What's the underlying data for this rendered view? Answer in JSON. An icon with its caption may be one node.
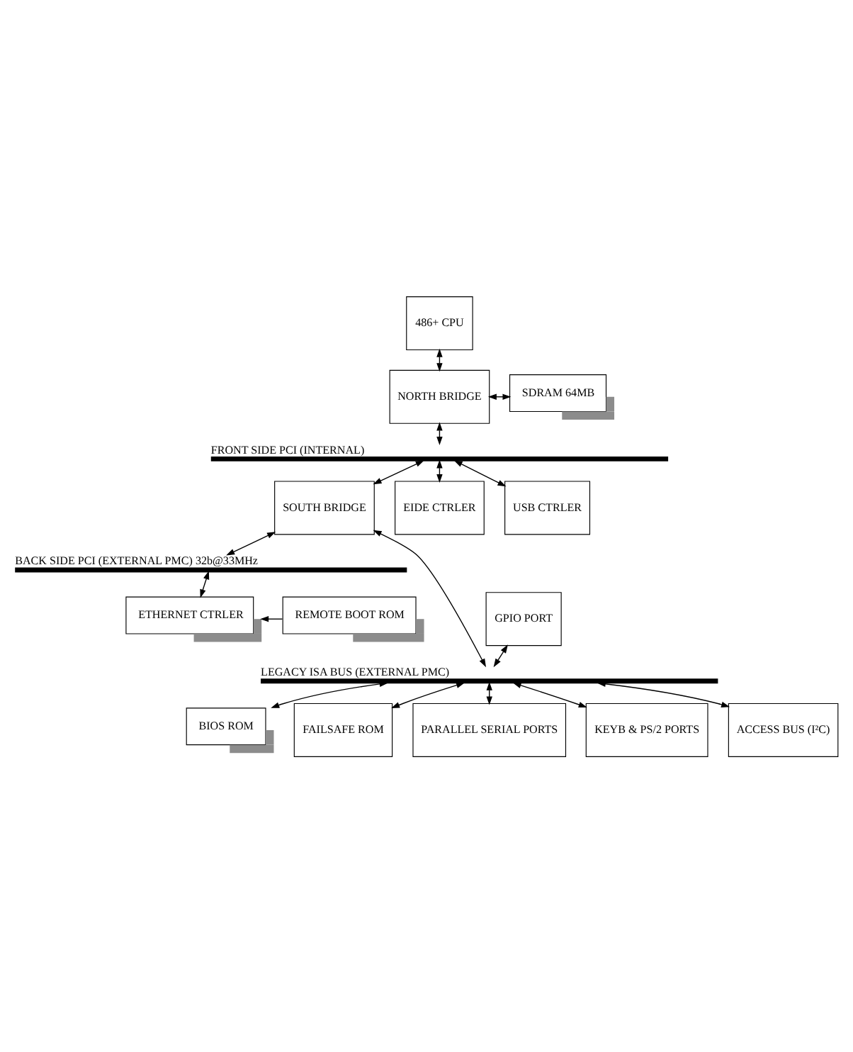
{
  "diagram": {
    "nodes": [
      {
        "text": [
          "486+ CPU"
        ]
      },
      {
        "text": [
          "NORTH BRIDGE"
        ]
      },
      {
        "text": [
          "SDRAM 64MB"
        ]
      },
      {
        "text": [
          "FRONT SIDE PCI (INTERNAL)"
        ]
      },
      {
        "text": [
          "SOUTH BRIDGE"
        ]
      },
      {
        "text": [
          "EIDE CTRLER"
        ]
      },
      {
        "text": [
          "USB CTRLER"
        ]
      },
      {
        "text": [
          "BACK SIDE PCI (EXTERNAL PMC) 32b@33MHz"
        ]
      },
      {
        "text": [
          "ETHERNET CTRLER"
        ]
      },
      {
        "text": [
          "REMOTE BOOT ROM"
        ]
      },
      {
        "text": [
          "GPIO PORT"
        ]
      },
      {
        "text": [
          "LEGACY ISA BUS (EXTERNAL PMC)"
        ]
      },
      {
        "text": [
          "BIOS ROM"
        ]
      },
      {
        "text": [
          "FAILSAFE ROM"
        ]
      },
      {
        "text": [
          "PARALLEL SERIAL PORTS"
        ]
      },
      {
        "text": [
          "KEYB & PS/2 PORTS"
        ]
      },
      {
        "text": [
          "ACCESS BUS (I²C)"
        ]
      }
    ],
    "edges": [
      {
        "from": 0,
        "to": 1,
        "arrow": "both"
      },
      {
        "from": 1,
        "to": 2,
        "arrow": "both"
      },
      {
        "from": 1,
        "to": 3,
        "arrow": "both"
      },
      {
        "from": 3,
        "to": 4,
        "arrow": "both"
      },
      {
        "from": 3,
        "to": 5,
        "arrow": "both"
      },
      {
        "from": 3,
        "to": 6,
        "arrow": "both"
      },
      {
        "from": 4,
        "to": 7,
        "arrow": "both"
      },
      {
        "from": 4,
        "to": 11,
        "arrow": "both"
      },
      {
        "from": 7,
        "to": 8,
        "arrow": "both"
      },
      {
        "from": 9,
        "to": 8,
        "arrow": "to"
      },
      {
        "from": 10,
        "to": 11,
        "arrow": "both"
      },
      {
        "from": 11,
        "to": 12,
        "arrow": "both"
      },
      {
        "from": 11,
        "to": 13,
        "arrow": "both"
      },
      {
        "from": 11,
        "to": 14,
        "arrow": "both"
      },
      {
        "from": 11,
        "to": 15,
        "arrow": "both"
      },
      {
        "from": 11,
        "to": 16,
        "arrow": "both"
      }
    ]
  }
}
